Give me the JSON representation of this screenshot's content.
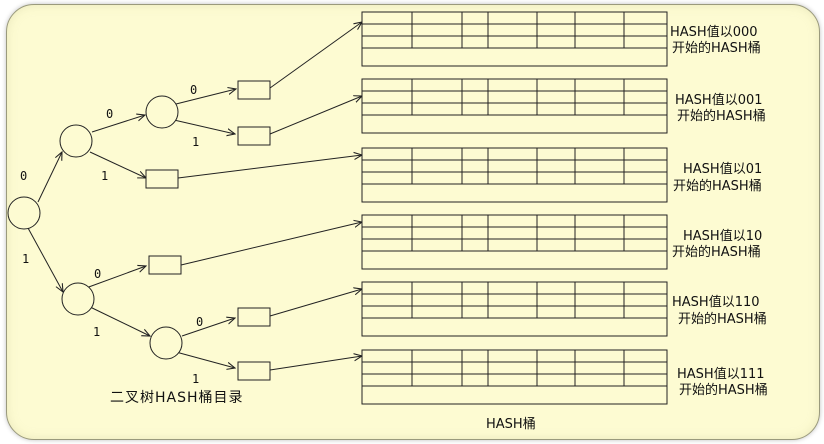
{
  "tree_caption": "二叉树HASH桶目录",
  "buckets_caption": "HASH桶",
  "edge_labels": {
    "root_left": "0",
    "root_right": "1",
    "n0_left": "0",
    "n0_right": "1",
    "n00_left": "0",
    "n00_right": "1",
    "n1_left": "0",
    "n1_right": "1",
    "n11_left": "0",
    "n11_right": "1"
  },
  "buckets": [
    {
      "line1": "HASH值以000",
      "line2": "开始的HASH桶"
    },
    {
      "line1": "HASH值以001",
      "line2": "开始的HASH桶"
    },
    {
      "line1": "HASH值以01",
      "line2": "开始的HASH桶"
    },
    {
      "line1": "HASH值以10",
      "line2": "开始的HASH桶"
    },
    {
      "line1": "HASH值以110",
      "line2": "开始的HASH桶"
    },
    {
      "line1": "HASH值以111",
      "line2": "开始的HASH桶"
    }
  ]
}
